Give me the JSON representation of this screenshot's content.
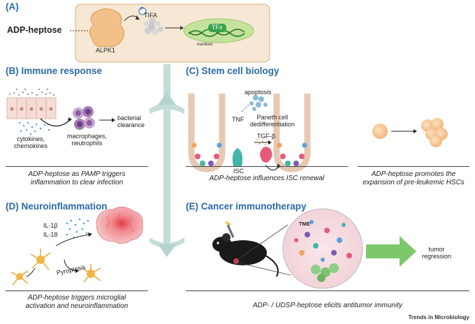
{
  "panel_a": {
    "title": "(A)",
    "ligand": "ADP-heptose",
    "kinase": "ALPK1",
    "phospho": "P",
    "adaptor": "TIFA",
    "tfs": "TFs",
    "nucleus": "nucleus"
  },
  "panel_b": {
    "title": "(B) Immune response",
    "label_cytokines": "cytokines,\nchemokines",
    "label_macrophages": "macrophages,\nneutrophils",
    "label_clearance": "bacterial\nclearance",
    "caption": "ADP-heptose as PAMP triggers\ninflammation to clear infection"
  },
  "panel_c": {
    "title": "(C) Stem cell biology",
    "label_apoptosis": "apoptosis",
    "label_tnf": "TNF",
    "label_paneth": "Paneth cell\ndedifferentiation",
    "label_tgfb": "TGF-β",
    "label_isc": "ISC",
    "caption_left": "ADP-heptose influences ISC renewal",
    "caption_right": "ADP-heptose promotes the\nexpansion of pre-leukemic HSCs"
  },
  "panel_d": {
    "title": "(D) Neuroinflammation",
    "label_il1b": "IL-1β",
    "label_il18": "IL-18",
    "label_pyroptosis": "Pyroptosis",
    "caption": "ADP-heptose triggers microglial\nactivation and neuroinflammation"
  },
  "panel_e": {
    "title": "(E) Cancer immunotherapy",
    "label_tme": "TME",
    "label_regression": "tumor\nregression",
    "caption": "ADP- / UDSP-heptose elicits antitumor immunity"
  },
  "footer": {
    "journal": "Trends in Microbiology"
  },
  "colors": {
    "title_blue": "#2a6aa8",
    "panel_a_bg": "#f6e8d4",
    "panel_a_border": "#d9b07a",
    "connector_teal": "#c3ddd9",
    "arrow_green": "#7cc86a",
    "nucleus_green": "#c4e39a",
    "tfs_green": "#3aa24a",
    "blob_orange": "#f2c089",
    "brain_pink": "#f3a7a9",
    "macrophage_purple": "#a57bb5"
  }
}
